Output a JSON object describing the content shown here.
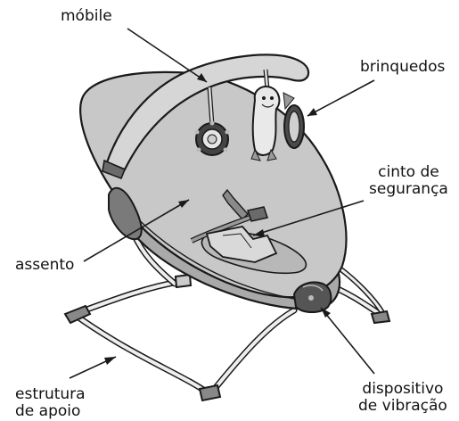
{
  "diagram": {
    "labels": {
      "mobile": "móbile",
      "toys": "brinquedos",
      "belt_line1": "cinto de",
      "belt_line2": "segurança",
      "seat": "assento",
      "frame_line1": "estrutura",
      "frame_line2": "de apoio",
      "vibration_line1": "dispositivo",
      "vibration_line2": "de vibração"
    },
    "colors": {
      "seat_fill": "#c8c8c8",
      "seat_shadow": "#a9a9a9",
      "outline": "#1a1a1a",
      "frame_fill": "#e6e6e6",
      "bar_fill": "#d6d6d6",
      "dark_part": "#555555",
      "pad_fill": "#9a9a9a"
    }
  }
}
